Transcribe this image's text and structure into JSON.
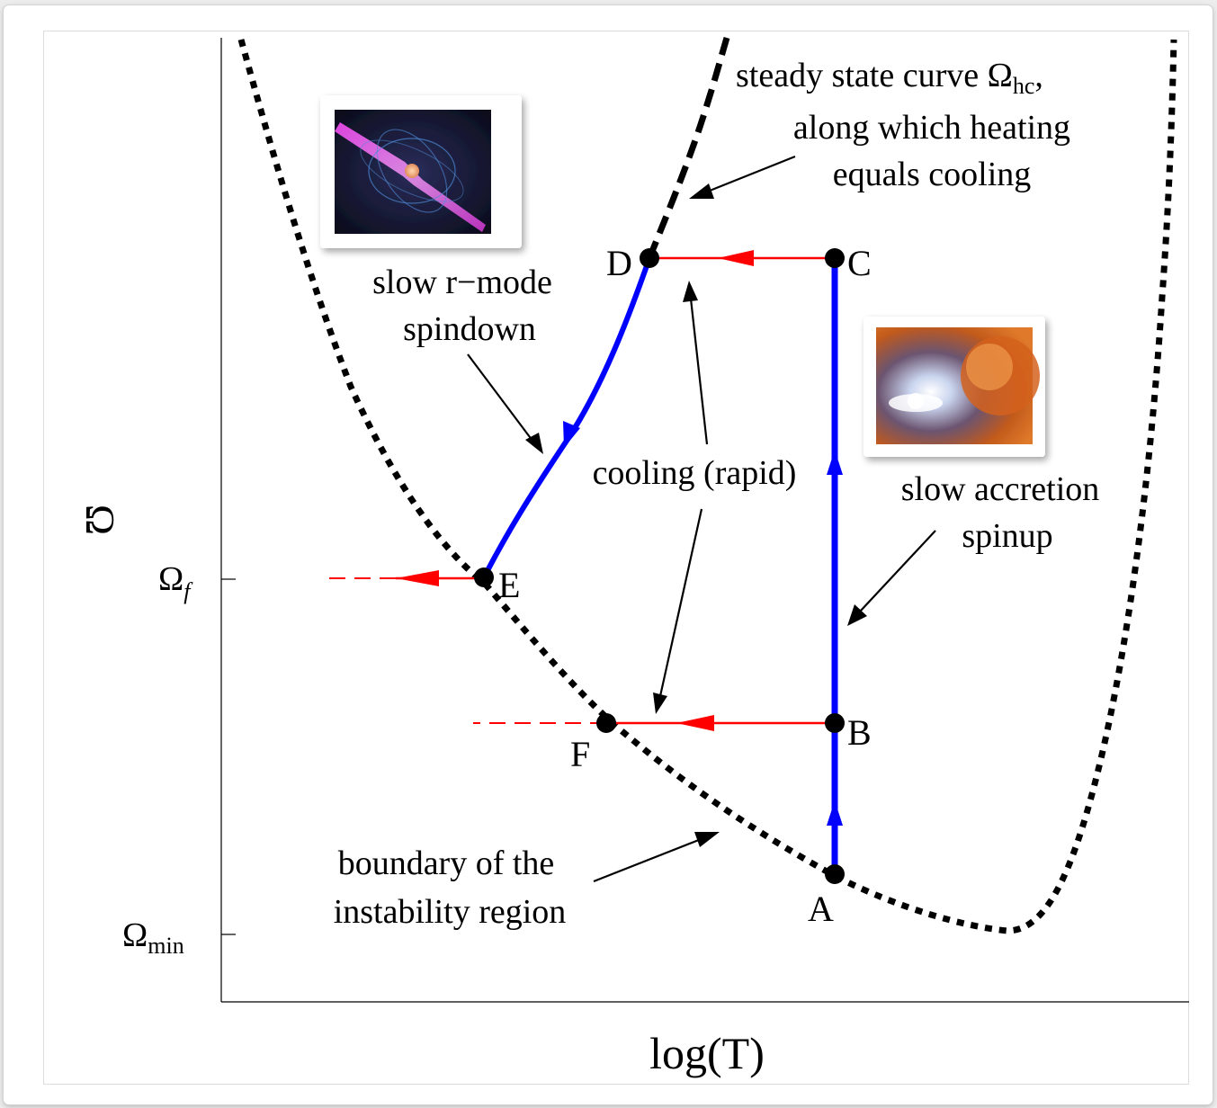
{
  "axes": {
    "x_label": "log(T)",
    "y_label": "Ω",
    "y_ticks": [
      {
        "base": "Ω",
        "sub": "f",
        "sub_italic": true
      },
      {
        "base": "Ω",
        "sub": "min",
        "sub_italic": false
      }
    ]
  },
  "points": {
    "A": "A",
    "B": "B",
    "C": "C",
    "D": "D",
    "E": "E",
    "F": "F"
  },
  "annotations": {
    "steady_state_line1_prefix": "steady state curve Ω",
    "steady_state_line1_sub": "hc",
    "steady_state_line1_suffix": ",",
    "steady_state_line2": "along which heating",
    "steady_state_line3": "equals cooling",
    "spindown_line1": "slow r−mode",
    "spindown_line2": "spindown",
    "cooling": "cooling (rapid)",
    "accretion_line1": "slow accretion",
    "accretion_line2": "spinup",
    "boundary_line1": "boundary of the",
    "boundary_line2": "instability region"
  },
  "colors": {
    "trajectory": "#0000ff",
    "cooling_arrow": "#ff0000",
    "curves": "#000000"
  },
  "icons": [
    "pulsar-thumbnail",
    "accretion-thumbnail"
  ]
}
